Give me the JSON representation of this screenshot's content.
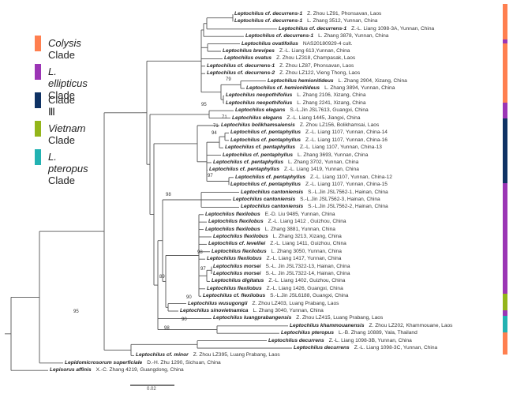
{
  "legend": [
    {
      "italic": "Colysis",
      "text": " Clade",
      "color": "#ff7f4f"
    },
    {
      "italic": "L. ellipticus",
      "text": "  Clade",
      "color": "#9b35b5"
    },
    {
      "italic": "",
      "text": "Clade Ⅲ",
      "color": "#0f3264"
    },
    {
      "italic": "Vietnam",
      "text": " Clade",
      "color": "#93b51a"
    },
    {
      "italic": "L. pteropus",
      "text": " Clade",
      "color": "#22b2b2"
    }
  ],
  "tips": [
    {
      "species": "Leptochilus cf. decurrens-1",
      "voucher": "Z. Zhou LZ91, Phonsavan, Laos"
    },
    {
      "species": "Leptochilus cf. decurrens-1",
      "voucher": "L. Zhang 3512, Yunnan, China"
    },
    {
      "species": "Leptochilus cf. decurrens-1",
      "voucher": "Z.-L. Liang 1098-3A, Yunnan, China"
    },
    {
      "species": "Leptochilus cf. decurrens-1",
      "voucher": "L. Zhang 3878, Yunnan, China"
    },
    {
      "species": "Leptochilus ovatifolius",
      "voucher": "NAS20180929-4 cult."
    },
    {
      "species": "Leptochilus brevipes",
      "voucher": "Z.-L. Liang 613,Yunnan, China"
    },
    {
      "species": "Leptochilus ovatus",
      "voucher": "Z. Zhou LZ318, Champasak, Laos"
    },
    {
      "species": "Leptochilus cf. decurrens-1",
      "voucher": "Z. Zhou LZ87, Phonsavan, Laos"
    },
    {
      "species": "Leptochilus cf. decurrens-2",
      "voucher": "Z. Zhou LZ122, Vieng Thong, Laos"
    },
    {
      "species": "Leptochilus hemionitideus",
      "voucher": "L. Zhang 2904, Xizang, China"
    },
    {
      "species": "Leptochilus cf. hemionitideus",
      "voucher": "L. Zhang 3894, Yunnan, China"
    },
    {
      "species": "Leptochilus neopothifolius",
      "voucher": "L. Zhang 2106, Xizang, China"
    },
    {
      "species": "Leptochilus neopothifolius",
      "voucher": "L. Zhang 2241, Xizang, China"
    },
    {
      "species": "Leptochilus elegans",
      "voucher": "S.-L.Jin JSL7613, Guangxi, China"
    },
    {
      "species": "Leptochilus elegans",
      "voucher": "Z.-L. Liang 1445, Jiangxi, China"
    },
    {
      "species": "Leptochilus bolikhamsaiensis",
      "voucher": "Z. Zhou LZ156, Bolikhamsai, Laos"
    },
    {
      "species": "Leptochilus cf. pentaphyllus",
      "voucher": "Z.-L. Liang 1107, Yunnan, China-14"
    },
    {
      "species": "Leptochilus cf. pentaphyllus",
      "voucher": "Z.-L. Liang 1107, Yunnan, China-16"
    },
    {
      "species": "Leptochilus cf. pentaphyllus",
      "voucher": "Z.-L. Liang 1107, Yunnan, China-13"
    },
    {
      "species": "Leptochilus cf. pentaphyllus",
      "voucher": "L. Zhang 3693, Yunnan, China"
    },
    {
      "species": "Leptochilus cf. pentaphyllus",
      "voucher": "L. Zhang 3702, Yunnan, China"
    },
    {
      "species": "Leptochilus cf. pentaphyllus",
      "voucher": "Z.-L. Liang 1419, Yunnan, China"
    },
    {
      "species": "Leptochilus cf. pentaphyllus",
      "voucher": "Z.-L. Liang 1107, Yunnan, China-12"
    },
    {
      "species": "Leptochilus cf. pentaphyllus",
      "voucher": "Z.-L. Liang 1107, Yunnan, China-15"
    },
    {
      "species": "Leptochilus cantoniensis",
      "voucher": "S.-L.Jin JSL7562-1, Hainan, China"
    },
    {
      "species": "Leptochilus cantoniensis",
      "voucher": "S.-L.Jin JSL7562-3, Hainan, China"
    },
    {
      "species": "Leptochilus cantoniensis",
      "voucher": "S.-L.Jin JSL7562-2, Hainan, China"
    },
    {
      "species": "Leptochilus flexilobus",
      "voucher": "E.-D. Liu 9485, Yunnan, China"
    },
    {
      "species": "Leptochilus flexilobus",
      "voucher": "Z.-L. Liang 1412 , Guizhou, China"
    },
    {
      "species": "Leptochilus flexilobus",
      "voucher": "L. Zhang 3881, Yunnan, China"
    },
    {
      "species": "Leptochilus flexilobus",
      "voucher": "L. Zhang 3213, Xizang, China"
    },
    {
      "species": "Leptochilus cf. levelliei",
      "voucher": "Z.-L. Liang 1411, Guizhou, China"
    },
    {
      "species": "Leptochilus flexilobus",
      "voucher": "L. Zhang 3050, Yunnan, China"
    },
    {
      "species": "Leptochilus flexilobus",
      "voucher": "Z.-L. Liang 1417, Yunnan, China"
    },
    {
      "species": "Leptochilus morsei",
      "voucher": "S.-L. Jin JSL7322-13, Hainan, China"
    },
    {
      "species": "Leptochilus morsei",
      "voucher": "S.-L. Jin JSL7322-14, Hainan, China"
    },
    {
      "species": "Leptochilus digitatus",
      "voucher": "Z.-L. Liang 1402, Guizhou, China"
    },
    {
      "species": "Leptochilus flexilobus",
      "voucher": "Z.-L. Liang 1426, Guangxi, China"
    },
    {
      "species": "Leptochilus cf. flexilobus",
      "voucher": "S.-L.Jin JSL6188, Guangxi, China"
    },
    {
      "species": "Leptochilus wusugongii",
      "voucher": "Z. Zhou LZ403, Luang Prabang, Laos"
    },
    {
      "species": "Leptochilus sinovietnamica",
      "voucher": "L. Zhang 3040, Yunnan, China"
    },
    {
      "species": "Leptochilus luangprabangensis",
      "voucher": "Z. Zhou LZ415, Luang Prabang, Laos"
    },
    {
      "species": "Leptochilus khammouanensis",
      "voucher": "Z. Zhou LZ202, Khammouane, Laos"
    },
    {
      "species": "Leptochilus pteropus",
      "voucher": "L.-B. Zhang 10889, Yala, Thailand"
    },
    {
      "species": "Leptochilus decurrens",
      "voucher": "Z.-L. Liang 1098-3B, Yunnan, China"
    },
    {
      "species": "Leptochilus decurrens",
      "voucher": "Z.-L. Liang 1098-3C, Yunnan, China"
    },
    {
      "species": "Leptochilus cf. minor",
      "voucher": "Z. Zhou LZ395, Luang Prabang, Laos"
    },
    {
      "species": "Lepidomicrosorum superficiale",
      "voucher": "D.-H. Zhu 1290, Sichuan, China"
    },
    {
      "species": "Lepisorus affinis",
      "voucher": "X.-C. Zhang 4219, Guangdong, China"
    }
  ],
  "bootstrap": [
    "79",
    "71",
    "95",
    "71",
    "94",
    "97",
    "98",
    "98",
    "97",
    "89",
    "90",
    "95",
    "90",
    "98"
  ],
  "clade_bar": [
    {
      "clade": "Colysis",
      "color": "#ff7f4f"
    },
    {
      "clade": "L. ellipticus",
      "color": "#9b35b5"
    },
    {
      "clade": "Colysis",
      "color": "#ff7f4f"
    },
    {
      "clade": "L. ellipticus",
      "color": "#9b35b5"
    },
    {
      "clade": "Clade III",
      "color": "#0f3264"
    },
    {
      "clade": "L. ellipticus",
      "color": "#9b35b5"
    },
    {
      "clade": "Vietnam",
      "color": "#93b51a"
    },
    {
      "clade": "L. ellipticus",
      "color": "#9b35b5"
    },
    {
      "clade": "L. pteropus",
      "color": "#22b2b2"
    },
    {
      "clade": "Colysis",
      "color": "#ff7f4f"
    }
  ],
  "scale_bar": "0.02"
}
